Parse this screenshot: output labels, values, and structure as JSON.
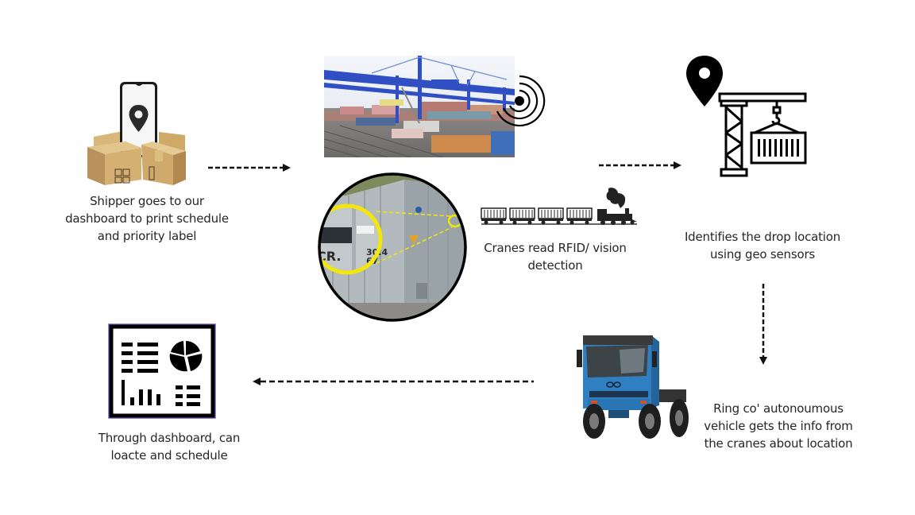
{
  "title": "Shipment flow with autonomous vehicles",
  "steps": [
    {
      "id": "shipper",
      "caption_lines": [
        "Shipper goes to our",
        "dashboard to print schedule",
        "and priority label"
      ]
    },
    {
      "id": "cranes",
      "caption_lines": [
        "Cranes read RFID/ vision",
        "detection"
      ]
    },
    {
      "id": "geo",
      "caption_lines": [
        "Identifies  the drop location",
        "using geo sensors"
      ]
    },
    {
      "id": "vehicle",
      "caption_lines": [
        "Ring co' autonoumous",
        "vehicle gets the info from",
        "the cranes about location"
      ]
    },
    {
      "id": "dashboard",
      "caption_lines": [
        "Through dashboard, can",
        "loacte and schedule"
      ]
    }
  ],
  "container_label": {
    "left": "CR.",
    "right_top": "30.4",
    "right_bottom": "67"
  },
  "icons": {
    "shipper": "phone-with-boxes-icon",
    "crane_photo": "gantry-crane-photo",
    "signal": "rfid-signal-icon",
    "container_photo": "container-rfid-tag-photo",
    "train": "train-icon",
    "location_pin": "location-pin-icon",
    "crane_container": "crane-container-icon",
    "truck": "autonomous-truck-image",
    "dashboard": "dashboard-icon"
  },
  "colors": {
    "crane_blue": "#2f4fc2",
    "highlight_yellow": "#f2e60a",
    "truck_blue": "#2f7fc1",
    "box_tan": "#c9a66b",
    "dashboard_border": "#7a5cc4"
  }
}
